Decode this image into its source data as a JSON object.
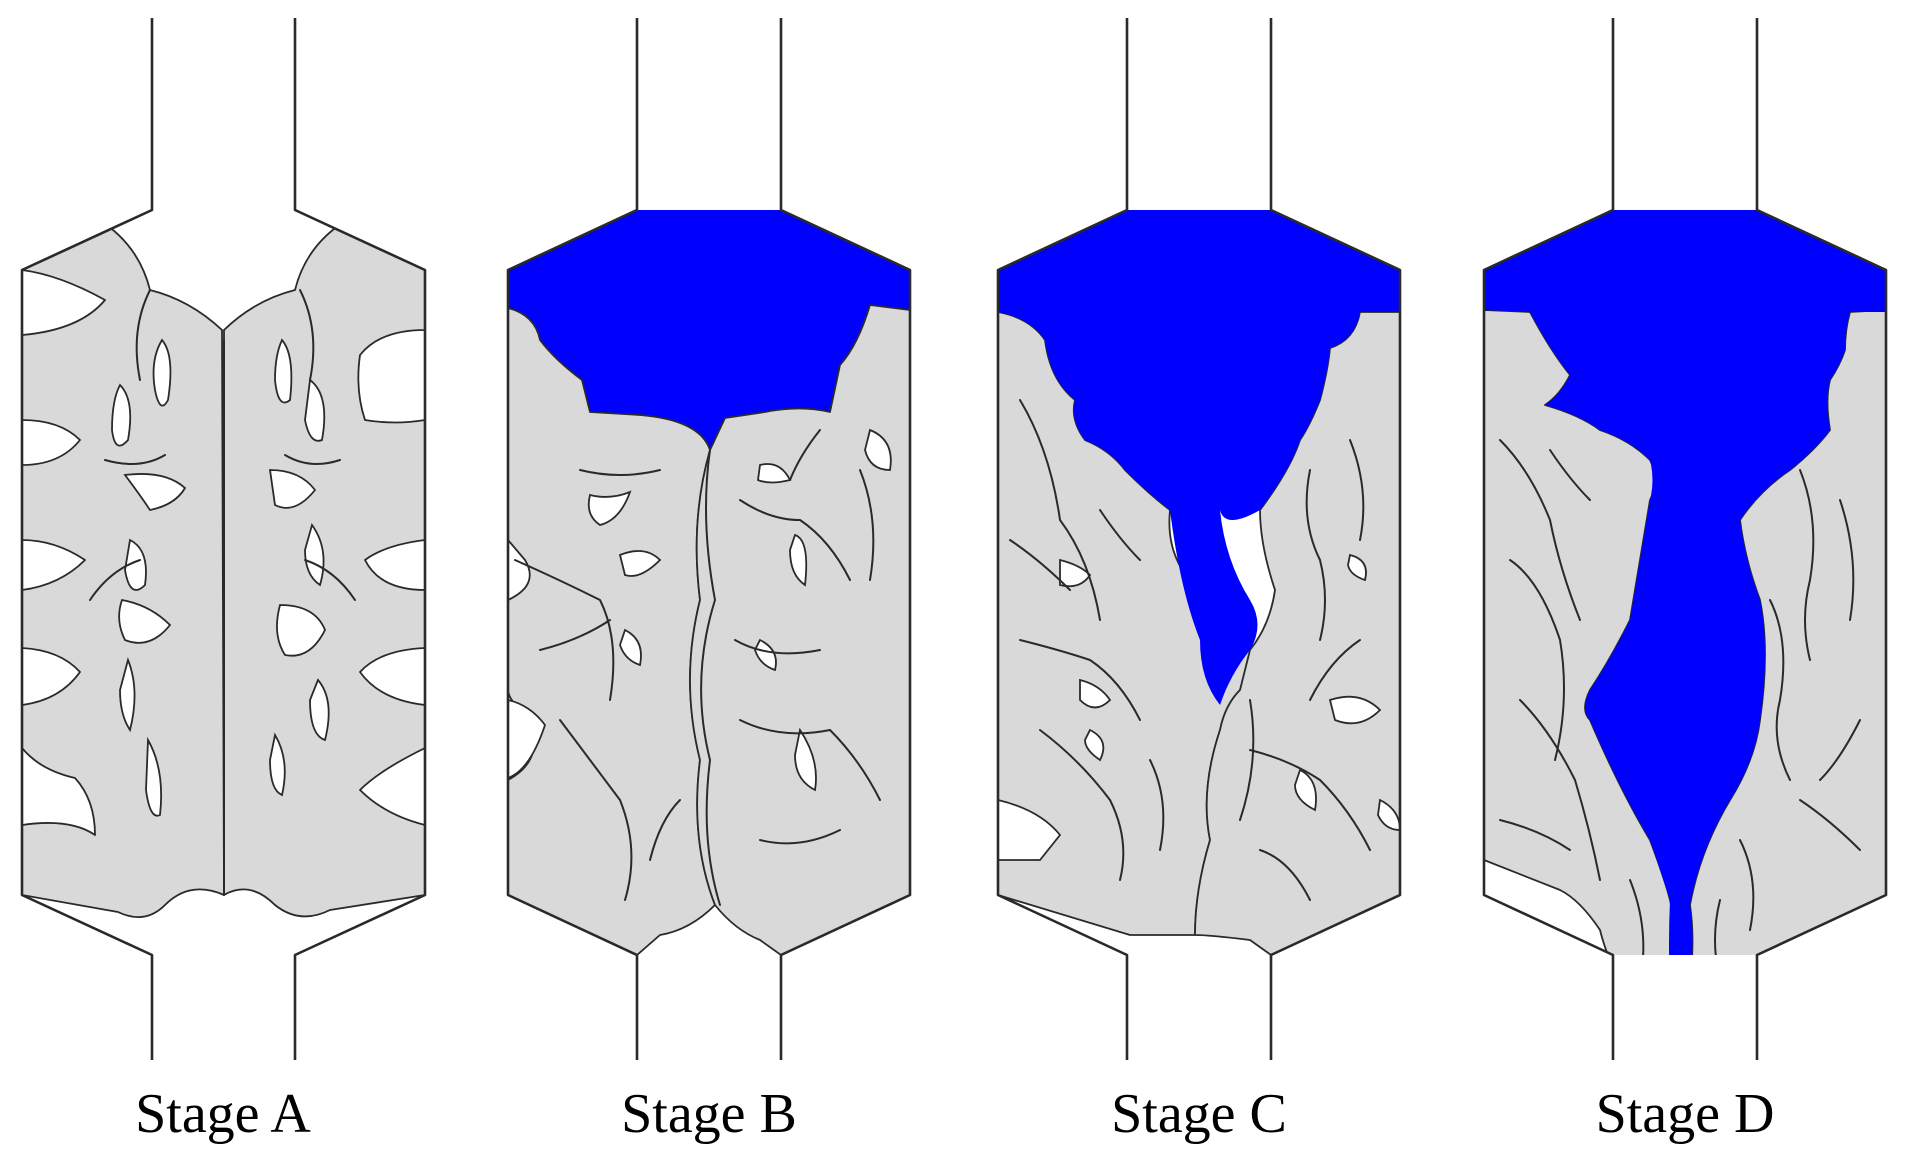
{
  "stages": [
    {
      "id": "a",
      "label": "Stage A"
    },
    {
      "id": "b",
      "label": "Stage B"
    },
    {
      "id": "c",
      "label": "Stage C"
    },
    {
      "id": "d",
      "label": "Stage D"
    }
  ],
  "colors": {
    "fluid": "#0000ff",
    "solid": "#d9d9d9",
    "outline": "#2a2a2a",
    "background": "#ffffff"
  }
}
